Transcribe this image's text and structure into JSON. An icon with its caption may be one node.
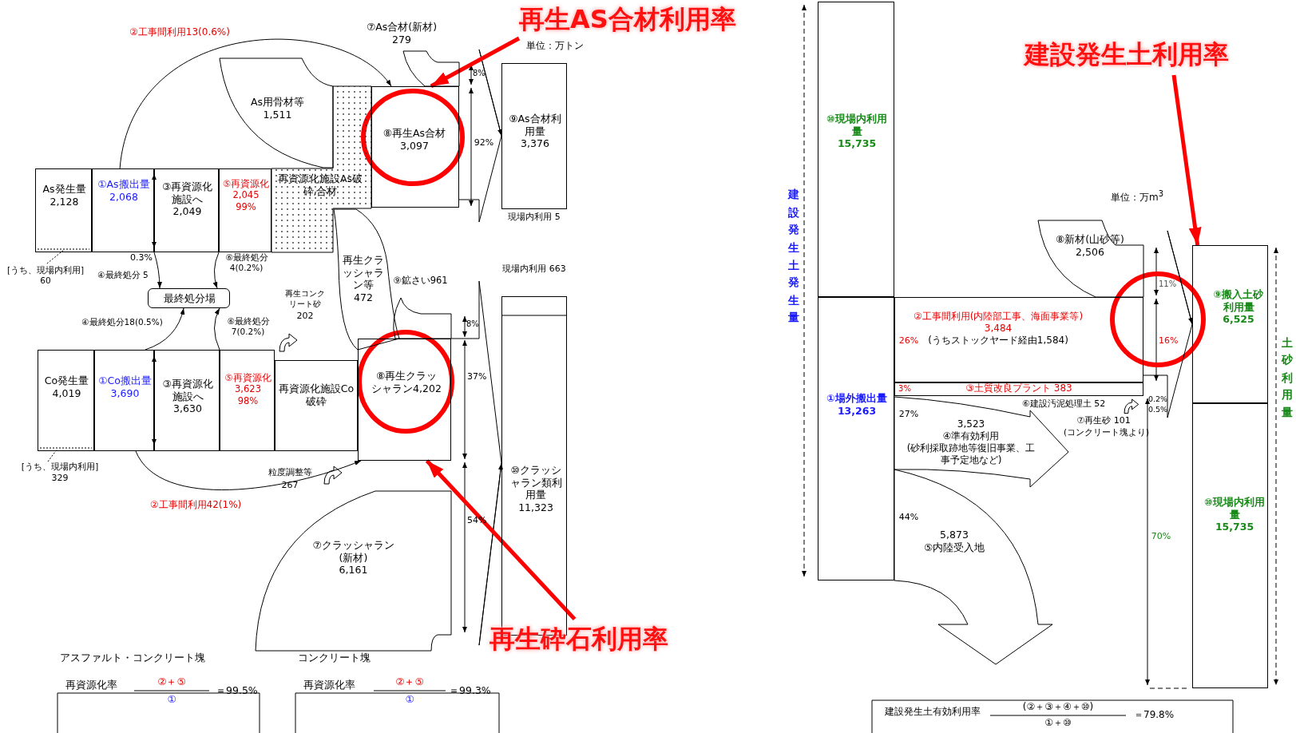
{
  "diagram": {
    "nodes": [
      {
        "text": [
          "As発生量",
          "2,128"
        ]
      },
      {
        "text": [
          "①As搬出量",
          "2,068"
        ]
      },
      {
        "text": [
          "③再資源化施設へ",
          "2,049"
        ]
      },
      {
        "text": [
          "⑤再資源化",
          "2,045",
          "99%"
        ]
      },
      {
        "text": [
          "再資源化施設As破砕,合材"
        ]
      },
      {
        "text": [
          "As用骨材等",
          "1,511"
        ]
      },
      {
        "text": [
          "⑧再生As合材",
          "3,097"
        ]
      },
      {
        "text": [
          "⑦As合材(新材)",
          "279"
        ]
      },
      {
        "text": [
          "⑨As合材利用量",
          "3,376"
        ],
        "beside": [
          "現場内利用 5"
        ]
      },
      {
        "text": [
          "最終処分場"
        ]
      },
      {
        "text": [
          "Co発生量",
          "4,019"
        ]
      },
      {
        "text": [
          "①Co搬出量",
          "3,690"
        ]
      },
      {
        "text": [
          "③再資源化施設へ",
          "3,630"
        ]
      },
      {
        "text": [
          "⑤再資源化",
          "3,623",
          "98%"
        ]
      },
      {
        "text": [
          "再資源化施設Co破砕"
        ]
      },
      {
        "text": [
          "⑧再生クラッシャラン4,202"
        ]
      },
      {
        "text": [
          "⑨鉱さい961"
        ]
      },
      {
        "text": [
          "再生クラッシャラン等",
          "472"
        ]
      },
      {
        "text": [
          "⑦クラッシャラン(新材)",
          "6,161"
        ]
      },
      {
        "text": [
          "⑩クラッシャラン類利用量",
          "11,323"
        ],
        "beside": [
          "現場内利用 663"
        ]
      },
      {
        "text": [
          "アスファルト・コンクリート塊",
          "再資源化率",
          "②＋⑤",
          "①",
          "＝99.5%"
        ]
      },
      {
        "text": [
          "コンクリート塊",
          "再資源化率",
          "②＋⑤",
          "①",
          "＝99.3%"
        ]
      },
      {
        "text": [
          "再生AS合材利用率"
        ]
      },
      {
        "text": [
          "再生砕石利用率"
        ]
      },
      {
        "text": [
          "建設発生土利用率"
        ]
      },
      {
        "text": [
          "⑩現場内利用量",
          "15,735"
        ]
      },
      {
        "text": [
          "①場外搬出量",
          "13,263"
        ]
      },
      {
        "text": [
          "②工事間利用(内陸部工事、海面事業等)",
          "3,484",
          "(うちストックヤード経由1,584)"
        ]
      },
      {
        "text": [
          "③土質改良プラント 383"
        ]
      },
      {
        "text": [
          "3,523",
          "④準有効利用",
          "(砂利採取跡地等復旧事業、工事予定地など)"
        ]
      },
      {
        "text": [
          "5,873",
          "⑤内陸受入地"
        ]
      },
      {
        "text": [
          "⑧新材(山砂等)",
          "2,506"
        ]
      },
      {
        "text": [
          "⑨搬入土砂利用量",
          "6,525"
        ]
      },
      {
        "text": [
          "⑩現場内利用量",
          "15,735"
        ]
      },
      {
        "text": [
          "建設発生土有効利用率",
          "(②＋③＋④＋⑩)",
          "①＋⑩",
          "＝79.8%"
        ]
      },
      {
        "text": [
          "[うち、現場内利用]",
          "60"
        ]
      },
      {
        "text": [
          "[うち、現場内利用]",
          "329"
        ]
      }
    ],
    "edges": [
      {
        "from": 1,
        "to": 6,
        "arrow": "to",
        "label": "②工事間利用13(0.6%)"
      },
      {
        "from": 1,
        "to": 9,
        "arrow": "to",
        "label": "④最終処分 5"
      },
      {
        "from": 3,
        "to": 9,
        "arrow": "to",
        "label": "⑥最終処分 4(0.2%)"
      },
      {
        "from": 11,
        "to": 9,
        "arrow": "to",
        "label": "④最終処分18(0.5%)"
      },
      {
        "from": 13,
        "to": 9,
        "arrow": "to",
        "label": "⑥最終処分 7(0.2%)"
      },
      {
        "from": 11,
        "to": 15,
        "arrow": "to",
        "label": "②工事間利用42(1%)"
      },
      {
        "from": 6,
        "to": 8,
        "arrow": "to"
      },
      {
        "from": 15,
        "to": 19,
        "arrow": "to"
      },
      {
        "from": 27,
        "to": 32,
        "arrow": "to"
      },
      {
        "from": 22,
        "to": 6,
        "arrow": "to",
        "style": "thick",
        "color": "#ff0000"
      },
      {
        "from": 23,
        "to": 15,
        "arrow": "to",
        "style": "thick",
        "color": "#ff0000"
      },
      {
        "from": 24,
        "to": 32,
        "arrow": "to",
        "style": "thick",
        "color": "#ff0000"
      },
      {
        "from": 35,
        "to": 0,
        "arrow": "none",
        "style": "dashed"
      },
      {
        "from": 36,
        "to": 10,
        "arrow": "none",
        "style": "dashed"
      }
    ],
    "labels": [
      "単位：万トン",
      "0.3%",
      "再生コンクリート砂",
      "202",
      "粒度調整等",
      "267",
      "8%",
      "92%",
      "8%",
      "37%",
      "54%",
      "建設発生土発生量",
      "単位：万m$^{3}$",
      "11%",
      "26%",
      "16%",
      "3%",
      "⑥建設汚泥処理土 52",
      "0.2%",
      "0.5%",
      "27%",
      "⑦再生砂 101",
      "(コンクリート塊より)",
      "44%",
      "70%",
      "土砂利用量"
    ]
  }
}
